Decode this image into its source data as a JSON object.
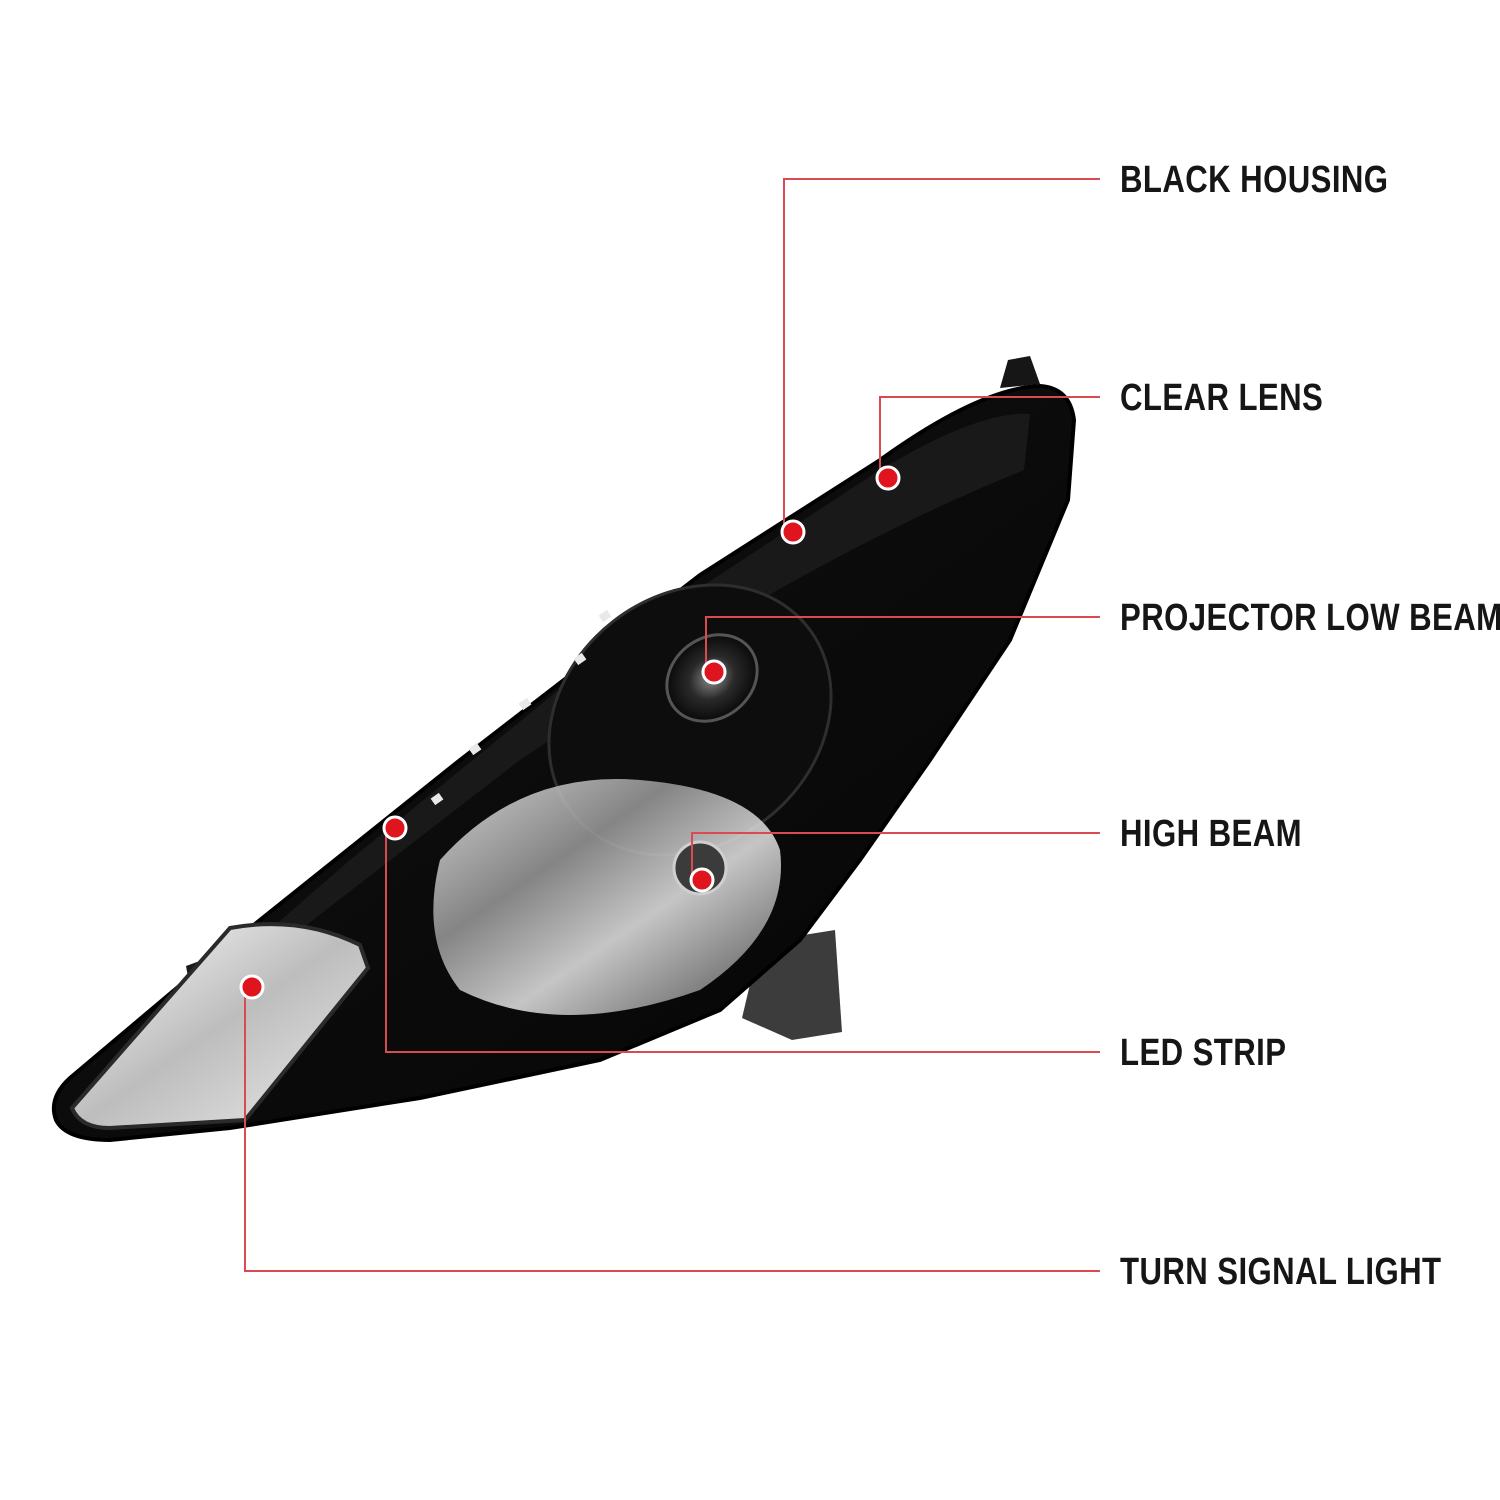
{
  "colors": {
    "background": "#ffffff",
    "leader_line": "#d94a52",
    "marker_fill": "#e0141e",
    "housing": "#111111",
    "label_text": "#161616"
  },
  "callouts": [
    {
      "label": "BLACK HOUSING"
    },
    {
      "label": "CLEAR LENS"
    },
    {
      "label": "PROJECTOR LOW BEAM"
    },
    {
      "label": "HIGH BEAM"
    },
    {
      "label": "LED STRIP"
    },
    {
      "label": "TURN SIGNAL LIGHT"
    }
  ]
}
